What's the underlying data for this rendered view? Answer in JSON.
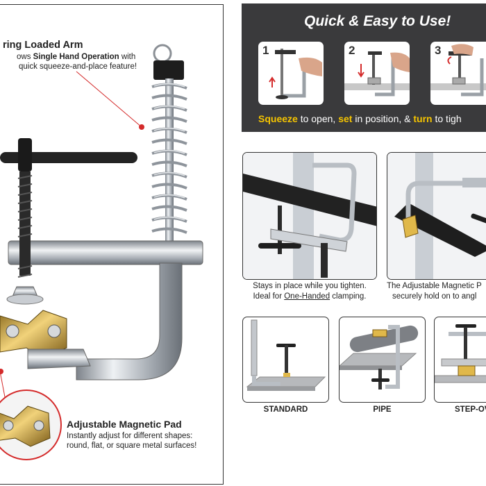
{
  "left_panel": {
    "spring_title": "ring Loaded Arm",
    "spring_desc_line1_prefix": "ows ",
    "spring_desc_line1_bold": "Single Hand Operation",
    "spring_desc_line1_suffix": " with",
    "spring_desc_line2": "quick squeeze-and-place feature!",
    "pad_title": "Adjustable Magnetic Pad",
    "pad_desc_line1": "Instantly adjust for different shapes:",
    "pad_desc_line2": "round, flat, or square metal surfaces!"
  },
  "banner": {
    "title": "Quick & Easy to Use!",
    "steps": [
      {
        "number": "1"
      },
      {
        "number": "2"
      },
      {
        "number": "3"
      }
    ],
    "caption_squeeze": "Squeeze",
    "caption_part1": " to open, ",
    "caption_set": "set",
    "caption_part2": " in position, & ",
    "caption_turn": "turn",
    "caption_part3": " to tigh"
  },
  "photos": {
    "photo1_caption_line1": "Stays in place while you tighten.",
    "photo1_caption_line2_prefix": "Ideal for ",
    "photo1_caption_line2_underline": "One-Handed",
    "photo1_caption_line2_suffix": " clamping.",
    "photo2_caption_line1": "The Adjustable Magnetic P",
    "photo2_caption_line2": "securely hold on to angl"
  },
  "variants": [
    {
      "label": "STANDARD"
    },
    {
      "label": "PIPE"
    },
    {
      "label": "STEP-OV"
    }
  ],
  "colors": {
    "banner_bg": "#3a3a3c",
    "highlight": "#f5c400",
    "accent_red": "#d42a2a",
    "chrome": "#b9bec4"
  }
}
